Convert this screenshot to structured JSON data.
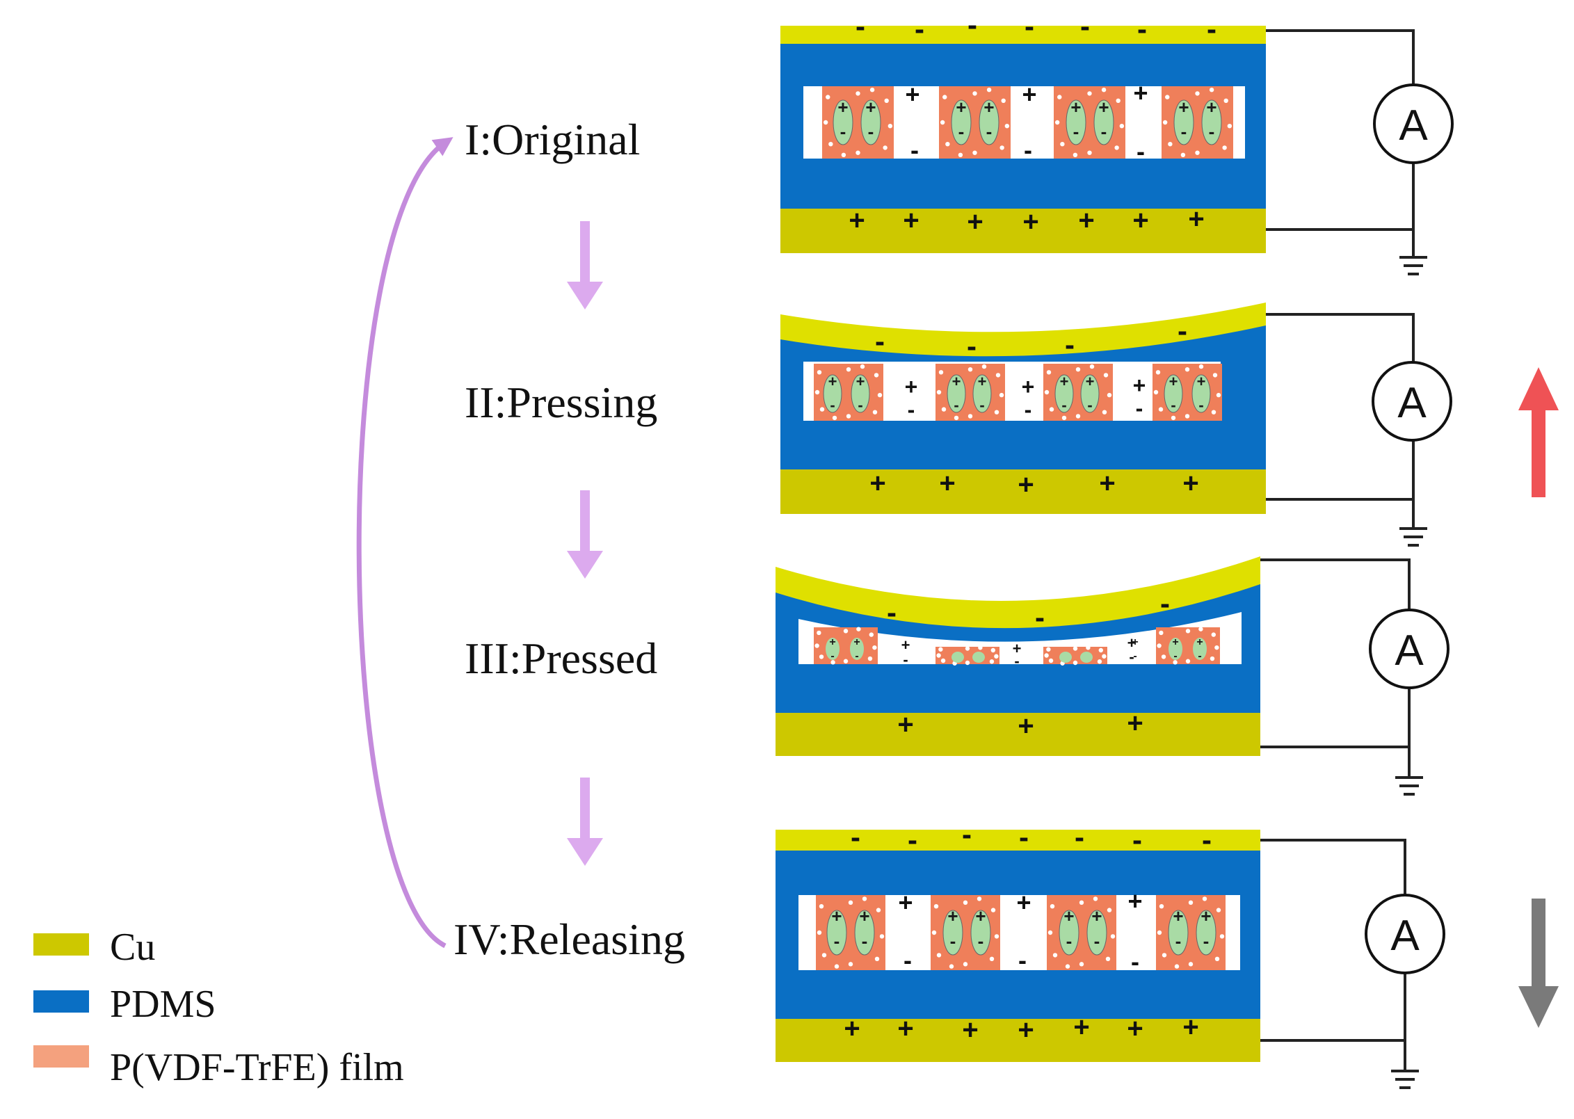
{
  "colors": {
    "cu": "#cdc800",
    "cu_top": "#dfe000",
    "pdms": "#0a6fc4",
    "film": "#ef7f5a",
    "dipole": "#a9dba5",
    "flow_arrow": "#dcaaee",
    "cycle_arrow": "#c48bdc",
    "current_up": "#ef5255",
    "current_down": "#7a7a7a"
  },
  "stages": [
    {
      "label": "I:Original",
      "ammeter": "A",
      "cu_top_charge": "-",
      "cu_bottom_charge": "+",
      "film_charge_top": "+",
      "film_charge_bottom": "-",
      "current": "none"
    },
    {
      "label": "II:Pressing",
      "ammeter": "A",
      "cu_top_charge": "-",
      "cu_bottom_charge": "+",
      "film_charge_top": "+",
      "film_charge_bottom": "-",
      "current": "up"
    },
    {
      "label": "III:Pressed",
      "ammeter": "A",
      "cu_top_charge": "-",
      "cu_bottom_charge": "+",
      "film_charge_top": "+",
      "film_charge_bottom": "-",
      "current": "none"
    },
    {
      "label": "IV:Releasing",
      "ammeter": "A",
      "cu_top_charge": "-",
      "cu_bottom_charge": "+",
      "film_charge_top": "+",
      "film_charge_bottom": "-",
      "current": "down"
    }
  ],
  "legend": [
    {
      "label": "Cu",
      "color": "#cdc800",
      "icon": "cu-swatch"
    },
    {
      "label": "PDMS",
      "color": "#0a6fc4",
      "icon": "pdms-swatch"
    },
    {
      "label": "P(VDF-TrFE) film",
      "color": "#f4a17e",
      "icon": "film-swatch"
    }
  ]
}
